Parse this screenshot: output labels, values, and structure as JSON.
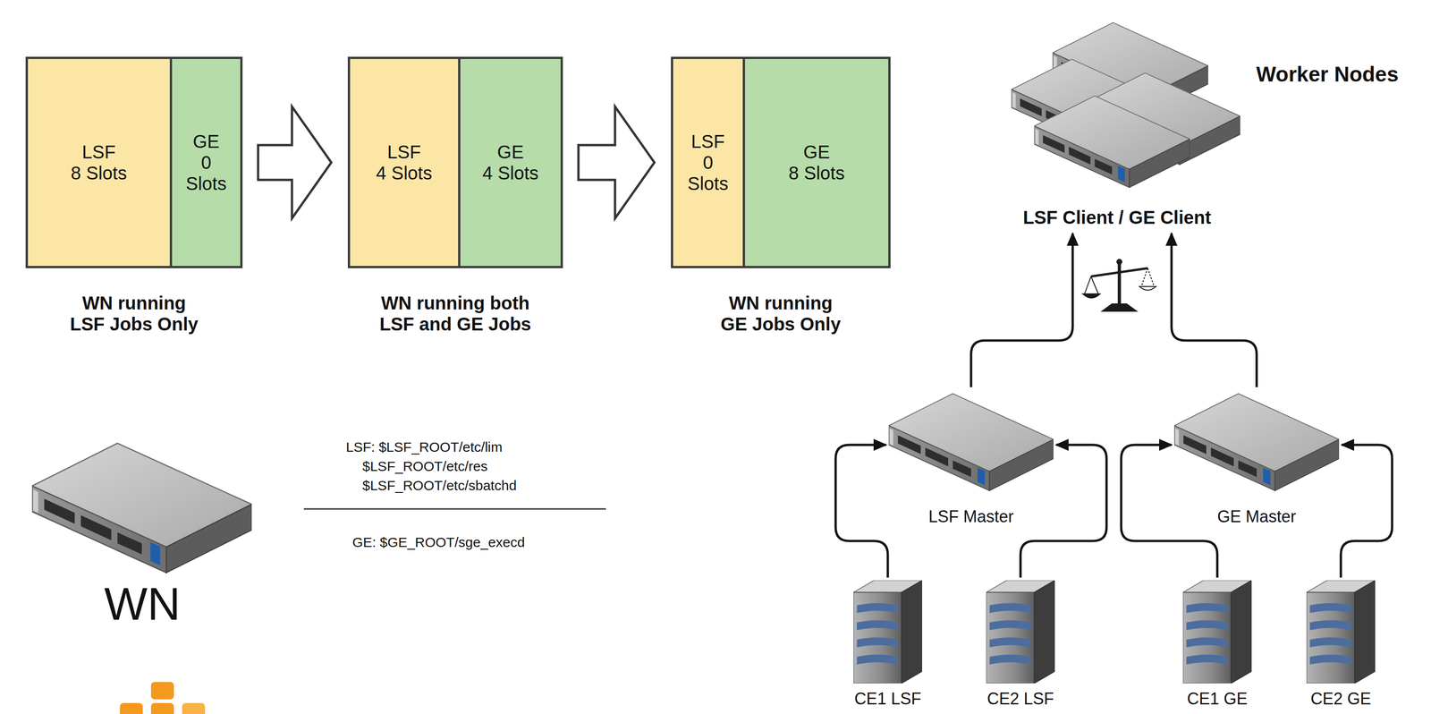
{
  "diagram": {
    "nodes": [
      {
        "text": [
          "WN running LSF Jobs Only"
        ]
      },
      {
        "text": [
          "LSF",
          "8 Slots"
        ],
        "in": 0
      },
      {
        "text": [
          "GE",
          "0 Slots"
        ],
        "in": 0
      },
      {
        "text": [
          "WN running both LSF and GE Jobs"
        ]
      },
      {
        "text": [
          "LSF",
          "4 Slots"
        ],
        "in": 3
      },
      {
        "text": [
          "GE",
          "4 Slots"
        ],
        "in": 3
      },
      {
        "text": [
          "WN running GE Jobs Only"
        ]
      },
      {
        "text": [
          "LSF",
          "0 Slots"
        ],
        "in": 6
      },
      {
        "text": [
          "GE",
          "8 Slots"
        ],
        "in": 6
      },
      {
        "text": [
          "Worker Nodes",
          "LSF Client / GE Client"
        ]
      },
      {
        "text": [
          "LSF Master"
        ]
      },
      {
        "text": [
          "GE Master"
        ]
      },
      {
        "text": [
          "WN"
        ]
      },
      {
        "text": [
          "CE1 LSF"
        ]
      },
      {
        "text": [
          "CE2 LSF"
        ]
      },
      {
        "text": [
          "CE1 GE"
        ]
      },
      {
        "text": [
          "CE2 GE"
        ]
      }
    ],
    "edges": [
      {
        "from": 0,
        "to": 3,
        "arrow": "to"
      },
      {
        "from": 3,
        "to": 6,
        "arrow": "to"
      },
      {
        "from": 13,
        "to": 10,
        "arrow": "to"
      },
      {
        "from": 14,
        "to": 10,
        "arrow": "to"
      },
      {
        "from": 15,
        "to": 11,
        "arrow": "to"
      },
      {
        "from": 16,
        "to": 11,
        "arrow": "to"
      },
      {
        "from": 10,
        "to": 9,
        "arrow": "to"
      },
      {
        "from": 11,
        "to": 9,
        "arrow": "to"
      }
    ],
    "labels": [
      "LSF: $LSF_ROOT/etc/lim",
      "$LSF_ROOT/etc/res",
      "$LSF_ROOT/etc/sbatchd",
      "GE: $GE_ROOT/sge_execd"
    ]
  }
}
